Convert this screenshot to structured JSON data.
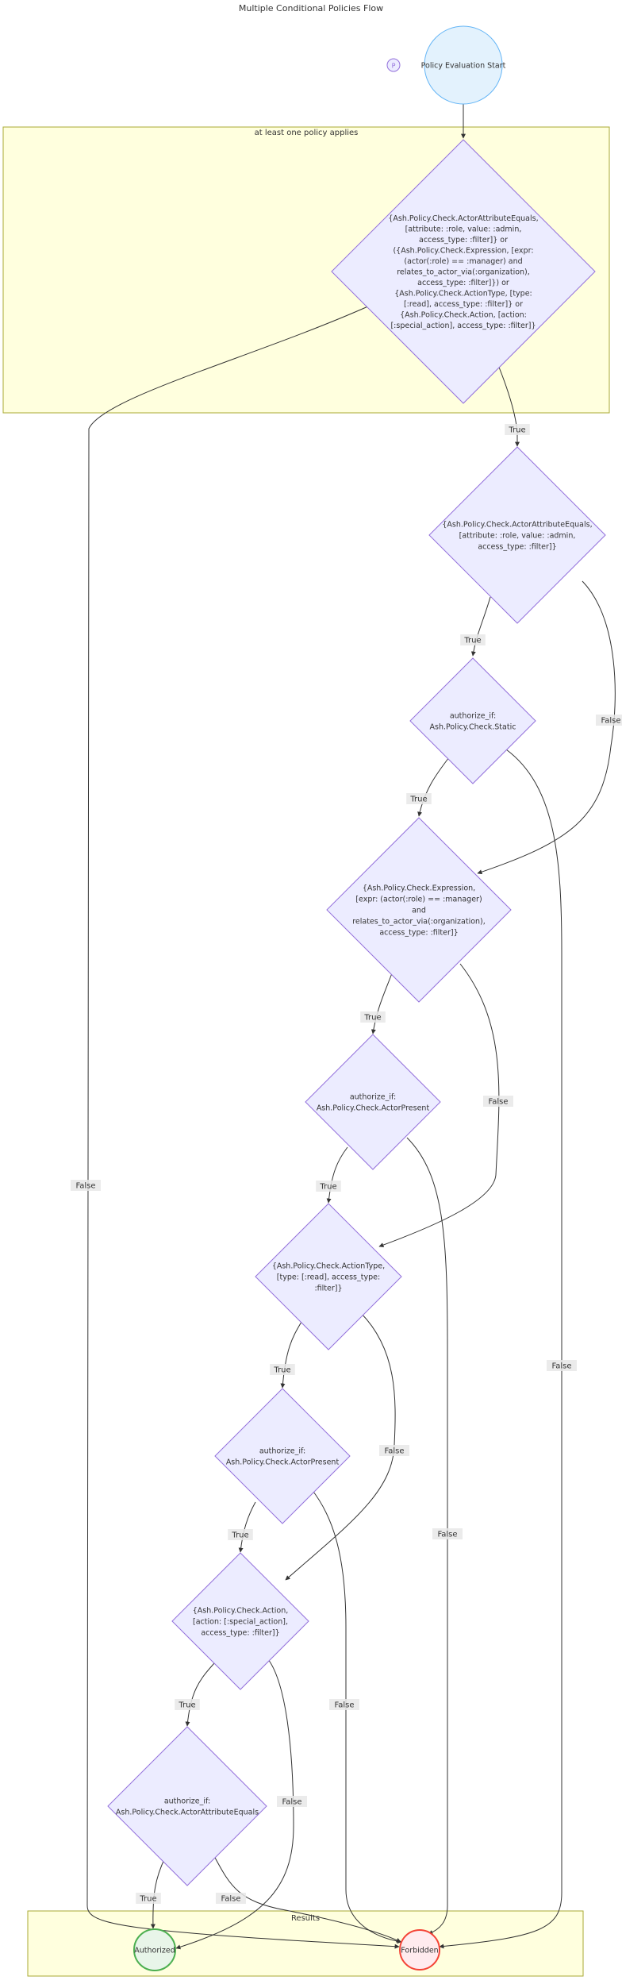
{
  "diagram": {
    "title": "Multiple Conditional Policies Flow",
    "colors": {
      "node_fill": "#ECECFF",
      "node_stroke": "#9370DB",
      "cluster_fill": "#FFFFDE",
      "cluster_stroke": "#AAAA33",
      "start_fill": "#E3F2FD",
      "start_stroke": "#64B5F6",
      "authorized_fill": "#E8F5E9",
      "authorized_stroke": "#4CAF50",
      "forbidden_fill": "#FFEBEE",
      "forbidden_stroke": "#F44336",
      "edge": "#333333"
    },
    "clusters": [
      {
        "id": "c_policy",
        "title": "at least one policy applies"
      },
      {
        "id": "c_results",
        "title": "Results"
      }
    ],
    "nodes": [
      {
        "id": "start_small",
        "lines": [
          "P"
        ]
      },
      {
        "id": "start",
        "lines": [
          "Policy Evaluation Start"
        ]
      },
      {
        "id": "d_apply",
        "lines": [
          "{Ash.Policy.Check.ActorAttributeEquals,",
          "[attribute: :role, value: :admin,",
          "access_type: :filter]} or",
          "({Ash.Policy.Check.Expression, [expr:",
          "(actor(:role) == :manager) and",
          "relates_to_actor_via(:organization),",
          "access_type: :filter]}) or",
          "{Ash.Policy.Check.ActionType, [type:",
          "[:read], access_type: :filter]} or",
          "{Ash.Policy.Check.Action, [action:",
          "[:special_action], access_type: :filter]}"
        ]
      },
      {
        "id": "d_admin",
        "lines": [
          "{Ash.Policy.Check.ActorAttributeEquals,",
          "[attribute: :role, value: :admin,",
          "access_type: :filter]}"
        ]
      },
      {
        "id": "d_static",
        "lines": [
          "authorize_if:",
          "Ash.Policy.Check.Static"
        ]
      },
      {
        "id": "d_expr",
        "lines": [
          "{Ash.Policy.Check.Expression,",
          "[expr: (actor(:role) == :manager)",
          "and",
          "relates_to_actor_via(:organization),",
          "access_type: :filter]}"
        ]
      },
      {
        "id": "d_present1",
        "lines": [
          "authorize_if:",
          "Ash.Policy.Check.ActorPresent"
        ]
      },
      {
        "id": "d_actiontype",
        "lines": [
          "{Ash.Policy.Check.ActionType,",
          "[type: [:read], access_type:",
          ":filter]}"
        ]
      },
      {
        "id": "d_present2",
        "lines": [
          "authorize_if:",
          "Ash.Policy.Check.ActorPresent"
        ]
      },
      {
        "id": "d_action",
        "lines": [
          "{Ash.Policy.Check.Action,",
          "[action: [:special_action],",
          "access_type: :filter]}"
        ]
      },
      {
        "id": "d_attr",
        "lines": [
          "authorize_if:",
          "Ash.Policy.Check.ActorAttributeEquals"
        ]
      },
      {
        "id": "authorized",
        "lines": [
          "Authorized"
        ]
      },
      {
        "id": "forbidden",
        "lines": [
          "Forbidden"
        ]
      }
    ],
    "edges": [
      {
        "from": "start",
        "to": "d_apply",
        "label": ""
      },
      {
        "from": "d_apply",
        "to": "d_admin",
        "label": "True"
      },
      {
        "from": "d_apply",
        "to": "forbidden",
        "label": "False"
      },
      {
        "from": "d_admin",
        "to": "d_static",
        "label": "True"
      },
      {
        "from": "d_admin",
        "to": "d_expr",
        "label": "False"
      },
      {
        "from": "d_static",
        "to": "d_expr",
        "label": "True"
      },
      {
        "from": "d_static",
        "to": "forbidden",
        "label": "False"
      },
      {
        "from": "d_expr",
        "to": "d_present1",
        "label": "True"
      },
      {
        "from": "d_expr",
        "to": "d_actiontype",
        "label": "False"
      },
      {
        "from": "d_present1",
        "to": "d_actiontype",
        "label": "True"
      },
      {
        "from": "d_present1",
        "to": "forbidden",
        "label": "False"
      },
      {
        "from": "d_actiontype",
        "to": "d_present2",
        "label": "True"
      },
      {
        "from": "d_actiontype",
        "to": "d_action",
        "label": "False"
      },
      {
        "from": "d_present2",
        "to": "d_action",
        "label": "True"
      },
      {
        "from": "d_present2",
        "to": "forbidden",
        "label": "False"
      },
      {
        "from": "d_action",
        "to": "d_attr",
        "label": "True"
      },
      {
        "from": "d_action",
        "to": "authorized",
        "label": "False"
      },
      {
        "from": "d_attr",
        "to": "authorized",
        "label": "True"
      },
      {
        "from": "d_attr",
        "to": "forbidden",
        "label": "False"
      }
    ]
  }
}
